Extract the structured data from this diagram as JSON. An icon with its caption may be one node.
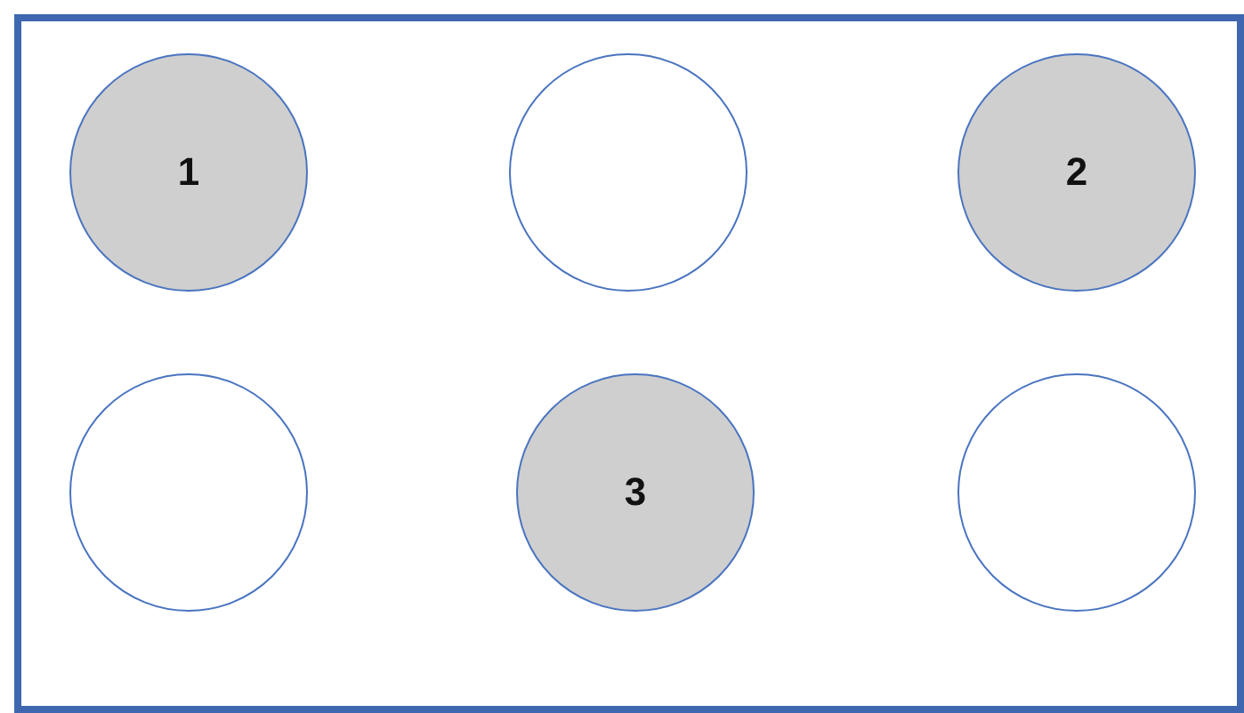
{
  "diagram": {
    "nodes": [
      {
        "text": [
          "1"
        ]
      },
      {
        "text": [],
        "shape": "circle"
      },
      {
        "text": [
          "2"
        ]
      },
      {
        "text": [],
        "shape": "circle"
      },
      {
        "text": [
          "3"
        ]
      },
      {
        "text": [],
        "shape": "circle"
      }
    ]
  }
}
